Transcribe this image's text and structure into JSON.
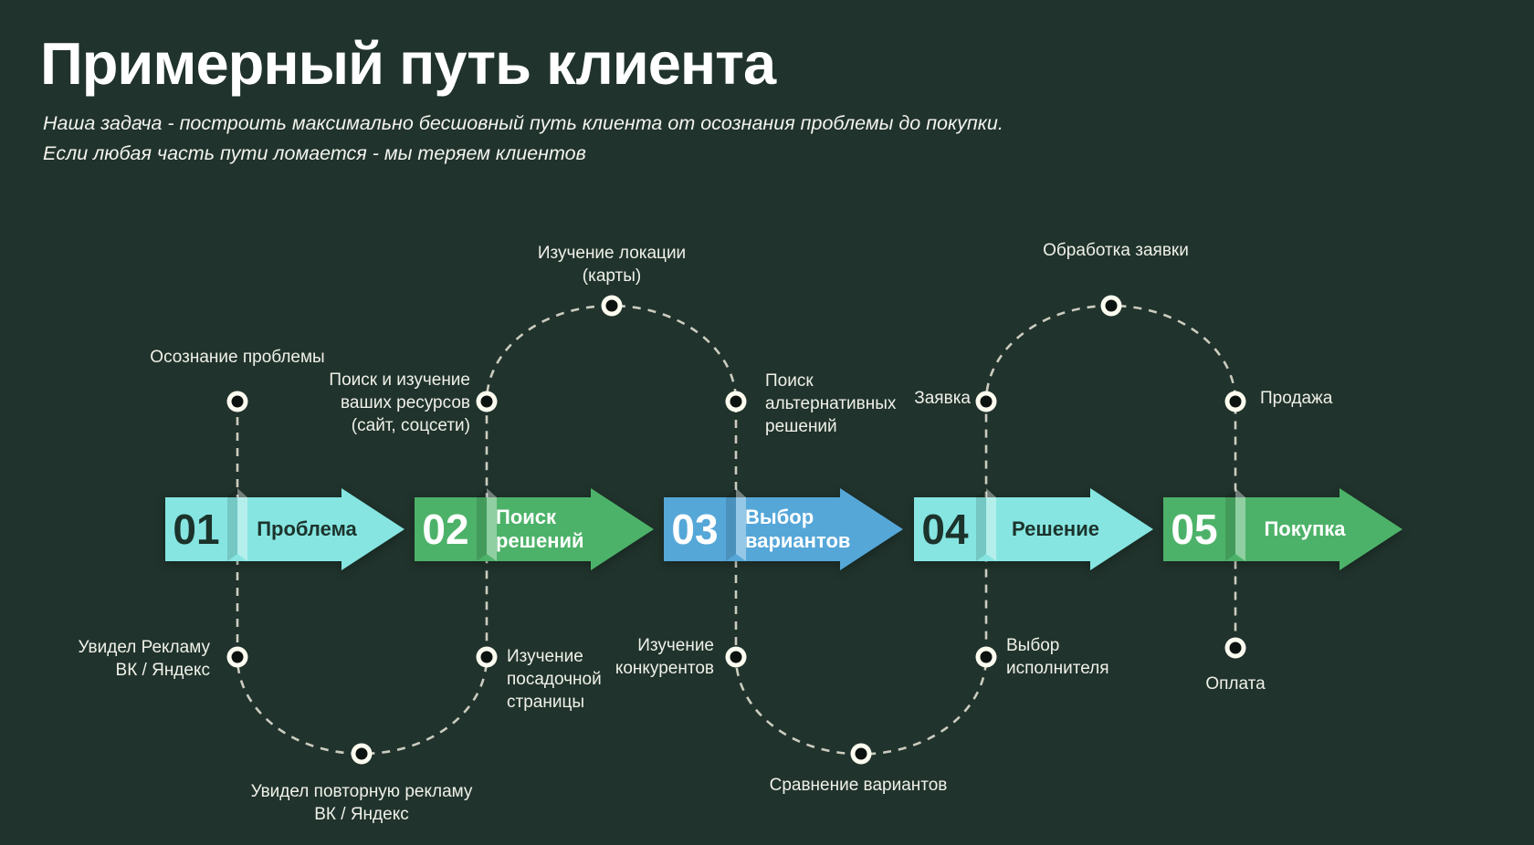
{
  "header": {
    "title": "Примерный путь клиента",
    "subtitle": "Наша задача - построить максимально бесшовный путь клиента от осознания проблемы до покупки.\nЕсли любая часть пути ломается - мы теряем клиентов"
  },
  "steps": [
    {
      "num": "01",
      "label": "Проблема"
    },
    {
      "num": "02",
      "label": "Поиск решений"
    },
    {
      "num": "03",
      "label": "Выбор вариантов"
    },
    {
      "num": "04",
      "label": "Решение"
    },
    {
      "num": "05",
      "label": "Покупка"
    }
  ],
  "nodes": {
    "awareness": {
      "label": "Осознание проблемы"
    },
    "saw_ad": {
      "label": "Увидел Рекламу\nВК / Яндекс"
    },
    "repeat_ad": {
      "label": "Увидел повторную рекламу\nВК / Яндекс"
    },
    "landing": {
      "label": "Изучение\nпосадочной\nстраницы"
    },
    "search_resources": {
      "label": "Поиск и изучение\nваших ресурсов\n(сайт, соцсети)"
    },
    "location": {
      "label": "Изучение локации\n(карты)"
    },
    "alternatives": {
      "label": "Поиск\nальтернативных\nрешений"
    },
    "competitors": {
      "label": "Изучение\nконкурентов"
    },
    "comparison": {
      "label": "Сравнение вариантов"
    },
    "executor": {
      "label": "Выбор\nисполнителя"
    },
    "request": {
      "label": "Заявка"
    },
    "processing": {
      "label": "Обработка заявки"
    },
    "sale": {
      "label": "Продажа"
    },
    "payment": {
      "label": "Оплата"
    }
  },
  "colors": {
    "background": "#20332c",
    "step_cyan": "#86e5e1",
    "step_green": "#4db269",
    "step_blue": "#55a7d8",
    "dash": "#dbd9cd",
    "dot_ring": "#fdfcf1",
    "dot_core": "#0c120f",
    "text_dark": "#1c332c",
    "text_light": "#ffffff"
  }
}
